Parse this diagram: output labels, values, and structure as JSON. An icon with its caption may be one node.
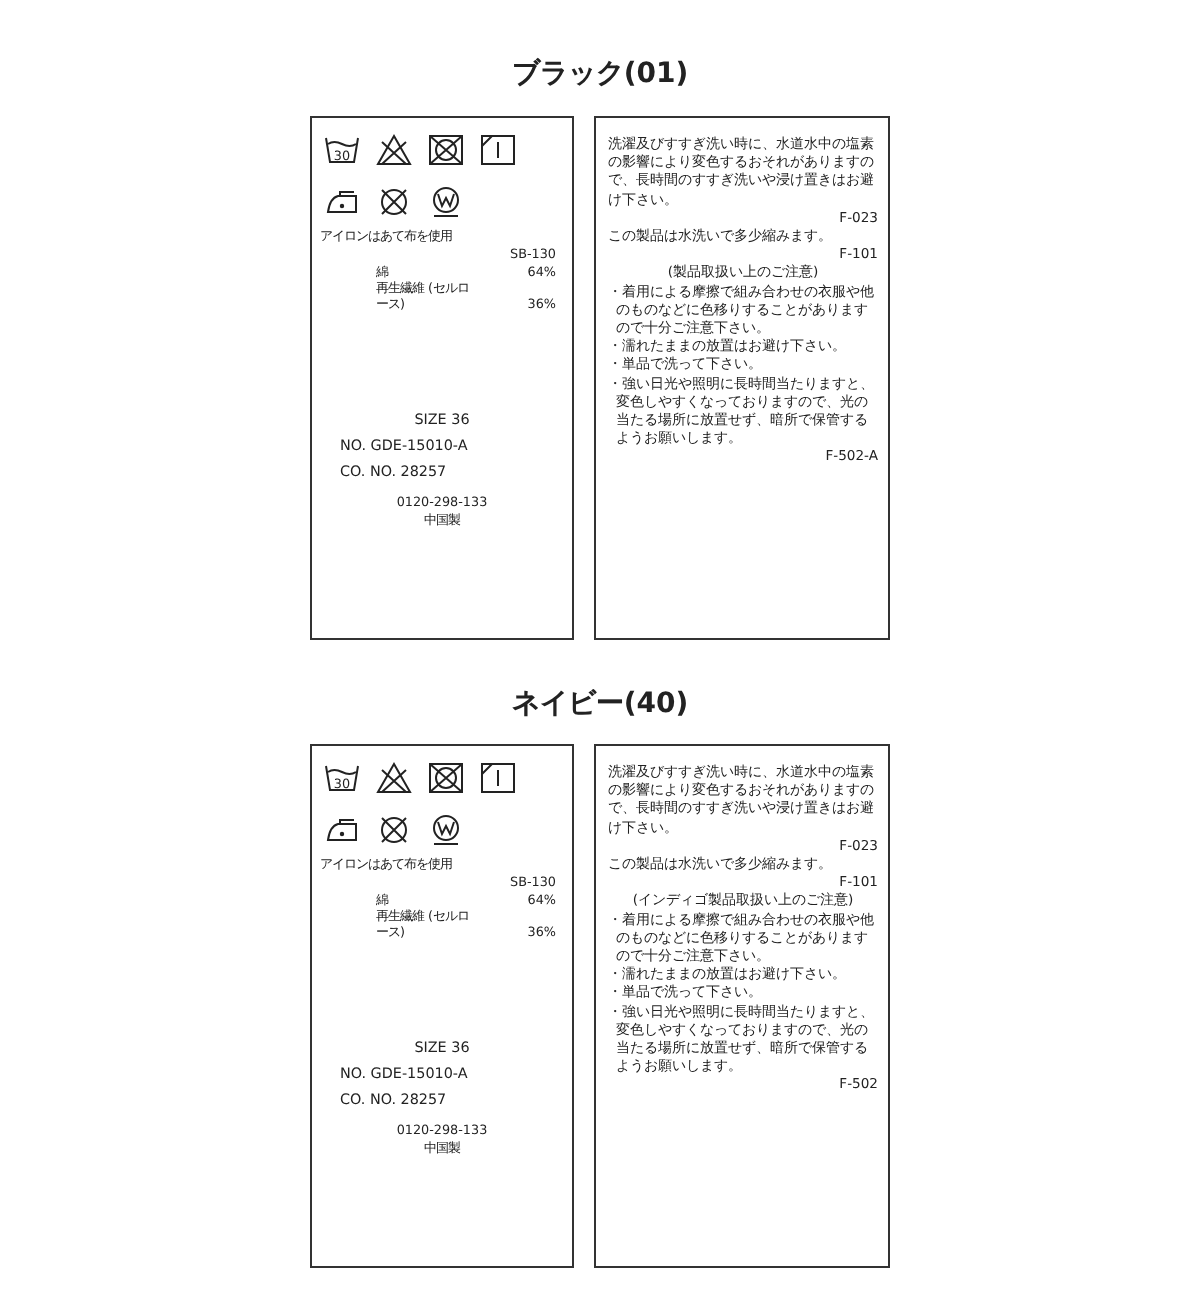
{
  "diagram": {
    "nodes": [
      {
        "text": [
          "アイロンはあて布を使用",
          "SB-130",
          "綿",
          "64%",
          "再生繊維 (セルロース)",
          "36%",
          "SIZE 36",
          "NO. GDE-15010-A",
          "CO. NO. 28257",
          "0120-298-133",
          "中国製"
        ]
      },
      {
        "text": [
          "洗濯及びすすぎ洗い時に、水道水中の塩素の影響により変色するおそれがありますので、長時間のすすぎ洗いや浸け置きはお避け下さい。",
          "F-023",
          "この製品は水洗いで多少縮みます。",
          "F-101",
          "(製品取扱い上のご注意)",
          "・着用による摩擦で組み合わせの衣服や他のものなどに色移りすることがありますので十分ご注意下さい。",
          "・濡れたままの放置はお避け下さい。",
          "・単品で洗って下さい。",
          "・強い日光や照明に長時間当たりますと、変色しやすくなっておりますので、光の当たる場所に放置せず、暗所で保管するようお願いします。",
          "F-502-A"
        ]
      },
      {
        "text": [
          "アイロンはあて布を使用",
          "SB-130",
          "綿",
          "64%",
          "再生繊維 (セルロース)",
          "36%",
          "SIZE 36",
          "NO. GDE-15010-A",
          "CO. NO. 28257",
          "0120-298-133",
          "中国製"
        ]
      },
      {
        "text": [
          "洗濯及びすすぎ洗い時に、水道水中の塩素の影響により変色するおそれがありますので、長時間のすすぎ洗いや浸け置きはお避け下さい。",
          "F-023",
          "この製品は水洗いで多少縮みます。",
          "F-101",
          "(インディゴ製品取扱い上のご注意)",
          "・着用による摩擦で組み合わせの衣服や他のものなどに色移りすることがありますので十分ご注意下さい。",
          "・濡れたままの放置はお避け下さい。",
          "・単品で洗って下さい。",
          "・強い日光や照明に長時間当たりますと、変色しやすくなっておりますので、光の当たる場所に放置せず、暗所で保管するようお願いします。",
          "F-502"
        ]
      }
    ],
    "labels": [
      "ブラック(01)",
      "30",
      "ネイビー(40)",
      "30"
    ]
  }
}
